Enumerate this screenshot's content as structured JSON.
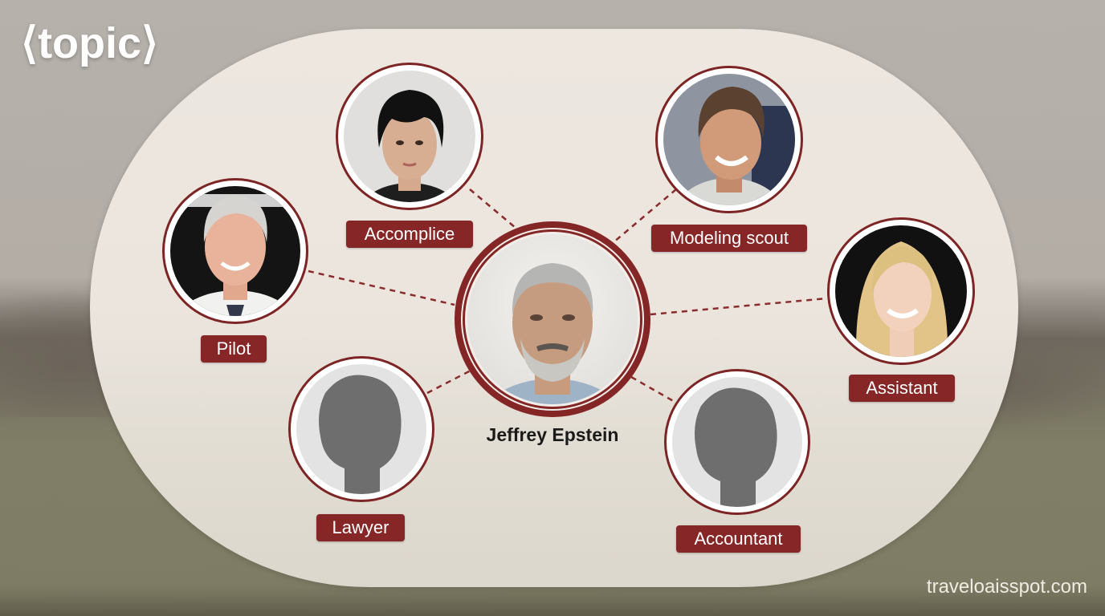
{
  "header": {
    "title": "⟨topic⟩"
  },
  "center": {
    "name": "Jeffrey Epstein",
    "photo": "mugshot-photo"
  },
  "nodes": [
    {
      "id": "accomplice",
      "label": "Accomplice",
      "photo": "woman-dark-hair-photo"
    },
    {
      "id": "modeling-scout",
      "label": "Modeling scout",
      "photo": "smiling-man-photo"
    },
    {
      "id": "pilot",
      "label": "Pilot",
      "photo": "white-haired-man-photo"
    },
    {
      "id": "assistant",
      "label": "Assistant",
      "photo": "blonde-woman-photo"
    },
    {
      "id": "lawyer",
      "label": "Lawyer",
      "photo": "silhouette-placeholder"
    },
    {
      "id": "accountant",
      "label": "Accountant",
      "photo": "silhouette-placeholder"
    }
  ],
  "watermark": "traveloaisspot.com",
  "colors": {
    "accent": "#862626",
    "panel": "#ece6df",
    "background_top": "#b6b1ab",
    "background_bottom": "#7f7c65",
    "silhouette": "#6e6e6e"
  }
}
